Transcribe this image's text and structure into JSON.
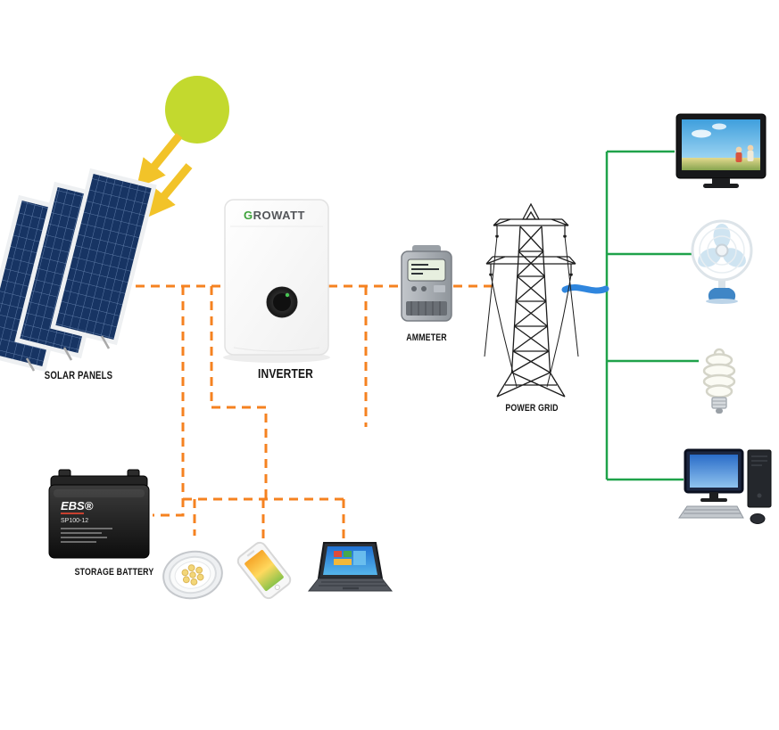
{
  "diagram": {
    "type": "solar-power-system",
    "nodes": [
      {
        "id": "sun",
        "label": ""
      },
      {
        "id": "solar-panels",
        "label": "SOLAR PANELS"
      },
      {
        "id": "inverter",
        "label": "INVERTER"
      },
      {
        "id": "ammeter",
        "label": "AMMETER"
      },
      {
        "id": "power-grid",
        "label": "POWER GRID"
      },
      {
        "id": "storage-battery",
        "label": "STORAGE BATTERY"
      },
      {
        "id": "tv",
        "label": ""
      },
      {
        "id": "pedestal-fan",
        "label": ""
      },
      {
        "id": "cfl-bulb",
        "label": ""
      },
      {
        "id": "desktop-computer",
        "label": ""
      },
      {
        "id": "led-downlight",
        "label": ""
      },
      {
        "id": "smartphone",
        "label": ""
      },
      {
        "id": "laptop",
        "label": ""
      }
    ],
    "brands": {
      "inverter_logo_first": "G",
      "inverter_logo_rest": "ROWATT",
      "battery_brand": "EBS®",
      "battery_model": "SP100-12"
    },
    "colors": {
      "connection_line": "#f58220",
      "load_line": "#1fa24a",
      "grid_link": "#2f86de",
      "sun": "#c3d92e",
      "arrow": "#f2c329"
    }
  }
}
